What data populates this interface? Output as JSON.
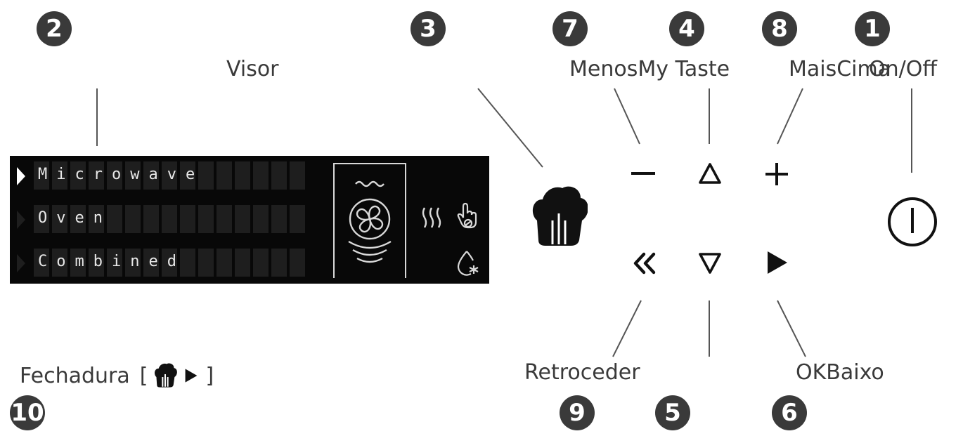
{
  "callouts": {
    "n1": "1",
    "n2": "2",
    "n3": "3",
    "n4": "4",
    "n5": "5",
    "n6": "6",
    "n7": "7",
    "n8": "8",
    "n9": "9",
    "n10": "10"
  },
  "labels": {
    "visor": "Visor",
    "menos": "Menos",
    "my_taste": "My Taste",
    "mais": "Mais",
    "cima": "Cima",
    "on_off": "On/Off",
    "retroceder": "Retroceder",
    "ok": "OK",
    "baixo": "Baixo",
    "fechadura": "Fechadura",
    "bracket_open": "[",
    "bracket_close": "]"
  },
  "display": {
    "modes": [
      "Microwave",
      "Oven",
      "Combined"
    ],
    "selected_index": 0
  },
  "colors": {
    "callout": "#3a3a3a",
    "display_bg": "#080808",
    "display_text": "#e8e8e8",
    "line": "#555555"
  },
  "icons": {
    "my_taste": "chef-hat-icon",
    "minus": "minus-icon",
    "up": "triangle-up-icon",
    "plus": "plus-icon",
    "power": "power-icon",
    "back": "double-chevron-left-icon",
    "down": "triangle-down-icon",
    "ok": "play-icon",
    "grill": "heat-waves-icon",
    "touch": "hand-touch-icon",
    "drop": "drop-icon"
  }
}
